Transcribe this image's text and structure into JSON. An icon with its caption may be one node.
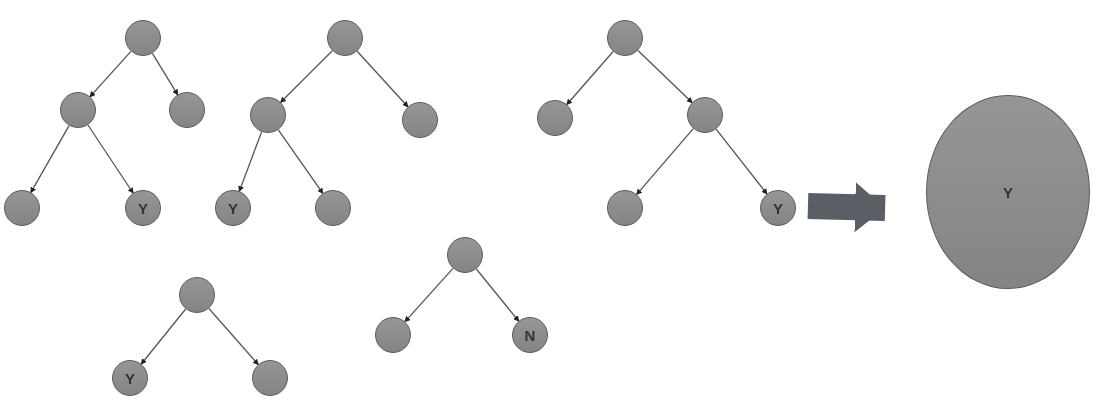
{
  "diagram": {
    "nodes": [
      {
        "text": [],
        "shape": "circle"
      },
      {
        "text": [],
        "shape": "circle"
      },
      {
        "text": [],
        "shape": "circle"
      },
      {
        "text": [],
        "shape": "circle"
      },
      {
        "text": [
          "Y"
        ]
      },
      {
        "text": [],
        "shape": "circle"
      },
      {
        "text": [],
        "shape": "circle"
      },
      {
        "text": [],
        "shape": "circle"
      },
      {
        "text": [
          "Y"
        ]
      },
      {
        "text": [],
        "shape": "circle"
      },
      {
        "text": [],
        "shape": "circle"
      },
      {
        "text": [],
        "shape": "circle"
      },
      {
        "text": [],
        "shape": "circle"
      },
      {
        "text": [],
        "shape": "circle"
      },
      {
        "text": [
          "Y"
        ]
      },
      {
        "text": [],
        "shape": "circle"
      },
      {
        "text": [
          "Y"
        ]
      },
      {
        "text": [],
        "shape": "circle"
      },
      {
        "text": [],
        "shape": "circle"
      },
      {
        "text": [],
        "shape": "circle"
      },
      {
        "text": [
          "N"
        ]
      },
      {
        "text": [
          "Y"
        ]
      }
    ],
    "edges": [
      {
        "from": 0,
        "to": 1,
        "arrow": "to"
      },
      {
        "from": 0,
        "to": 2,
        "arrow": "to"
      },
      {
        "from": 1,
        "to": 3,
        "arrow": "to"
      },
      {
        "from": 1,
        "to": 4,
        "arrow": "to"
      },
      {
        "from": 5,
        "to": 6,
        "arrow": "to"
      },
      {
        "from": 5,
        "to": 7,
        "arrow": "to"
      },
      {
        "from": 6,
        "to": 8,
        "arrow": "to"
      },
      {
        "from": 6,
        "to": 9,
        "arrow": "to"
      },
      {
        "from": 10,
        "to": 11,
        "arrow": "to"
      },
      {
        "from": 10,
        "to": 12,
        "arrow": "to"
      },
      {
        "from": 12,
        "to": 13,
        "arrow": "to"
      },
      {
        "from": 12,
        "to": 14,
        "arrow": "to"
      },
      {
        "from": 15,
        "to": 16,
        "arrow": "to"
      },
      {
        "from": 15,
        "to": 17,
        "arrow": "to"
      },
      {
        "from": 18,
        "to": 19,
        "arrow": "to"
      },
      {
        "from": 18,
        "to": 20,
        "arrow": "to"
      },
      {
        "from": 14,
        "to": 21,
        "arrow": "to",
        "style": "thick"
      }
    ]
  }
}
